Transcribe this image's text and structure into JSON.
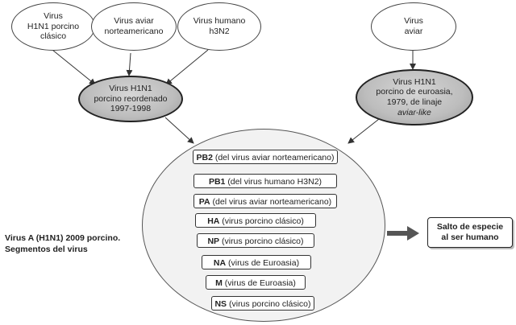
{
  "nodes": {
    "porcino_clasico": "Virus\nH1N1 porcino\nclásico",
    "aviar_norteamericano": "Virus aviar\nnorteamericano",
    "humano_h3n2": "Virus humano\nh3N2",
    "aviar": "Virus\naviar",
    "reordenado": "Virus H1N1\nporcino reordenado\n1997-1998",
    "euroasia_line1": "Virus H1N1\nporcino de euroasia,\n1979, de linaje",
    "euroasia_line2": "aviar-like"
  },
  "segments": [
    {
      "name": "PB2",
      "origin": "(del virus aviar norteamericano)"
    },
    {
      "name": "PB1",
      "origin": "(del virus humano H3N2)"
    },
    {
      "name": "PA",
      "origin": "(del virus aviar norteamericano)"
    },
    {
      "name": "HA",
      "origin": "(virus porcino clásico)"
    },
    {
      "name": "NP",
      "origin": "(virus porcino clásico)"
    },
    {
      "name": "NA",
      "origin": "(virus de Euroasia)"
    },
    {
      "name": "M",
      "origin": "(virus de Euroasia)"
    },
    {
      "name": "NS",
      "origin": "(virus porcino clásico)"
    }
  ],
  "side_label": "Virus A (H1N1) 2009 porcino.\nSegmentos del virus",
  "outcome": "Salto de especie\nal ser humano"
}
